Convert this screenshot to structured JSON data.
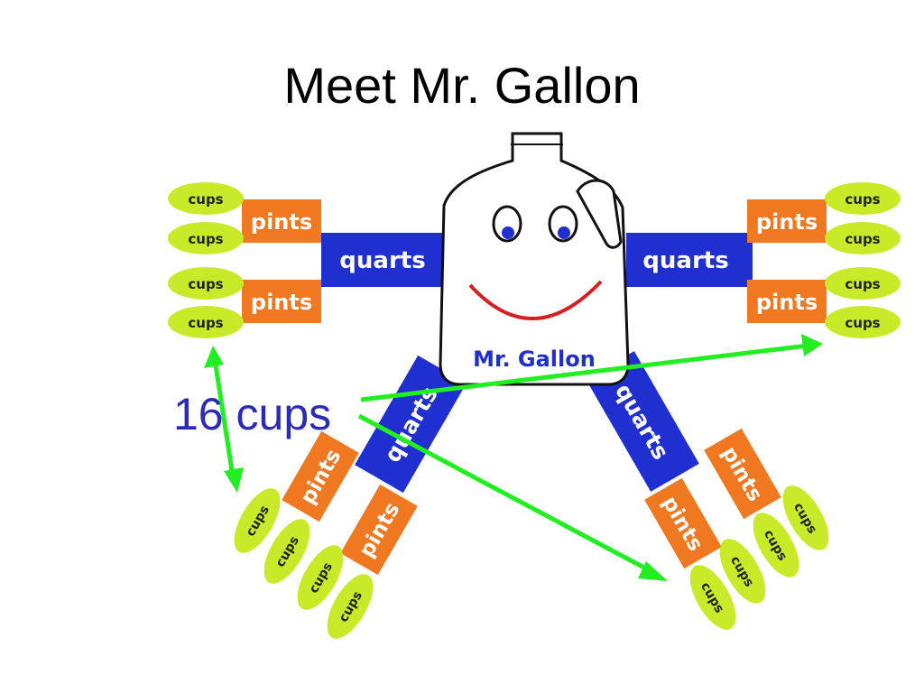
{
  "slide": {
    "title": "Meet Mr. Gallon",
    "callout": "16 cups"
  },
  "mascot": {
    "name": "Mr. Gallon"
  },
  "units": {
    "quart": "quarts",
    "pint": "pints",
    "cup": "cups"
  },
  "colors": {
    "quart": "#1f2fd0",
    "pint": "#f07820",
    "cup": "#c8ea28",
    "arrow": "#22ee22",
    "callout": "#2b2bb5"
  }
}
